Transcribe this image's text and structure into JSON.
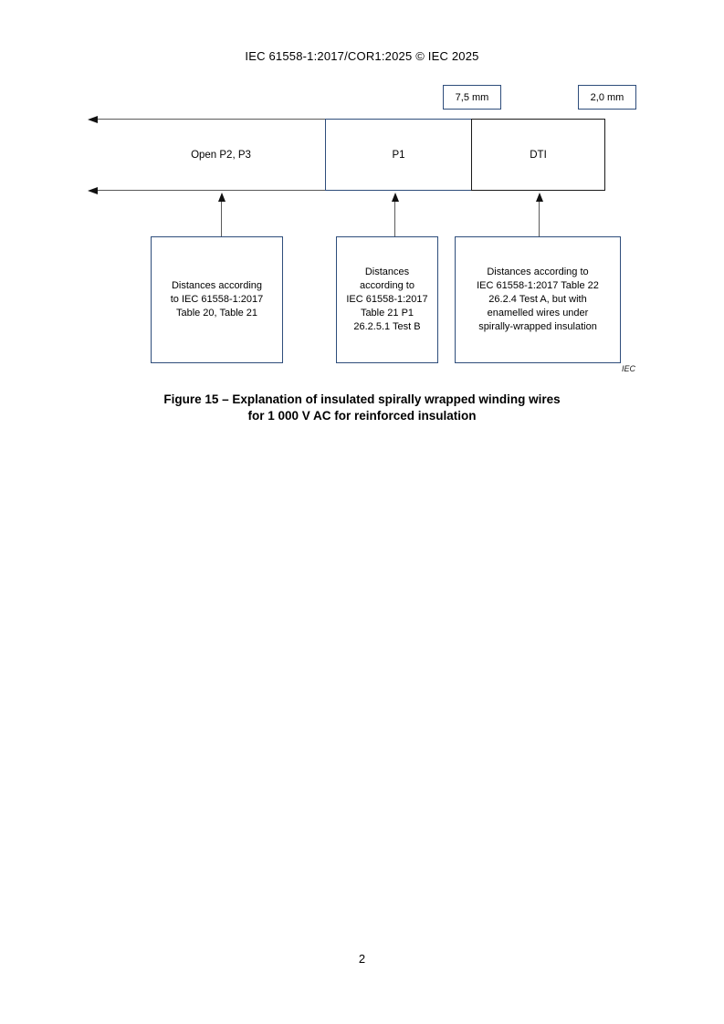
{
  "page": {
    "header": "IEC 61558-1:2017/COR1:2025 © IEC 2025",
    "page_number": "2"
  },
  "diagram": {
    "callouts": [
      {
        "label": "7,5 mm"
      },
      {
        "label": "2,0 mm"
      }
    ],
    "regions": {
      "open_label": "Open P2, P3",
      "p1_label": "P1",
      "dti_label": "DTI"
    },
    "notes": [
      {
        "text": "Distances according\nto IEC 61558-1:2017\nTable 20, Table 21"
      },
      {
        "text": "Distances\naccording to\nIEC 61558-1:2017\nTable 21 P1\n26.2.5.1 Test B"
      },
      {
        "text": "Distances according to\nIEC 61558-1:2017 Table 22\n26.2.4 Test A, but with\nenamelled wires under\nspirally-wrapped insulation"
      }
    ],
    "credit": "IEC",
    "colors": {
      "navy_border": "#2e4d7b",
      "black_border": "#1a1a1a",
      "line_gray": "#5a5a5a"
    }
  },
  "caption": {
    "line1": "Figure 15 – Explanation of insulated spirally wrapped winding wires",
    "line2": "for 1 000 V AC for reinforced insulation"
  }
}
